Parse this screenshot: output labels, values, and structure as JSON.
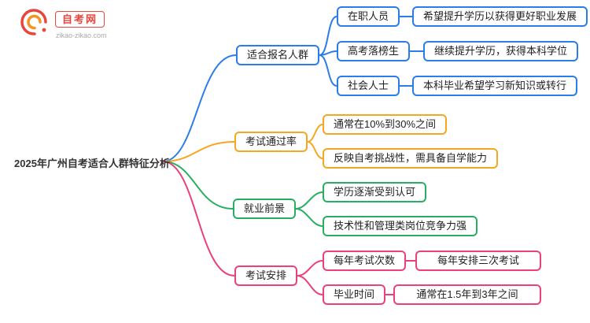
{
  "site": {
    "name": "自考网",
    "url": "zikao-zikao.com"
  },
  "root": {
    "title": "2025年广州自考适合人群特征分析"
  },
  "colors": {
    "blue": "#2b7de9",
    "orange": "#f5a623",
    "green": "#27ae60",
    "pink": "#ec407a",
    "brand_red": "#e8453c"
  },
  "branches": [
    {
      "label": "适合报名人群",
      "color": "#2b7de9",
      "children": [
        {
          "label": "在职人员",
          "detail": "希望提升学历以获得更好职业发展"
        },
        {
          "label": "高考落榜生",
          "detail": "继续提升学历，获得本科学位"
        },
        {
          "label": "社会人士",
          "detail": "本科毕业希望学习新知识或转行"
        }
      ]
    },
    {
      "label": "考试通过率",
      "color": "#f5a623",
      "children": [
        {
          "label": "通常在10%到30%之间"
        },
        {
          "label": "反映自考挑战性，需具备自学能力"
        }
      ]
    },
    {
      "label": "就业前景",
      "color": "#27ae60",
      "children": [
        {
          "label": "学历逐渐受到认可"
        },
        {
          "label": "技术性和管理类岗位竞争力强"
        }
      ]
    },
    {
      "label": "考试安排",
      "color": "#ec407a",
      "children": [
        {
          "label": "每年考试次数",
          "detail": "每年安排三次考试"
        },
        {
          "label": "毕业时间",
          "detail": "通常在1.5年到3年之间"
        }
      ]
    }
  ]
}
